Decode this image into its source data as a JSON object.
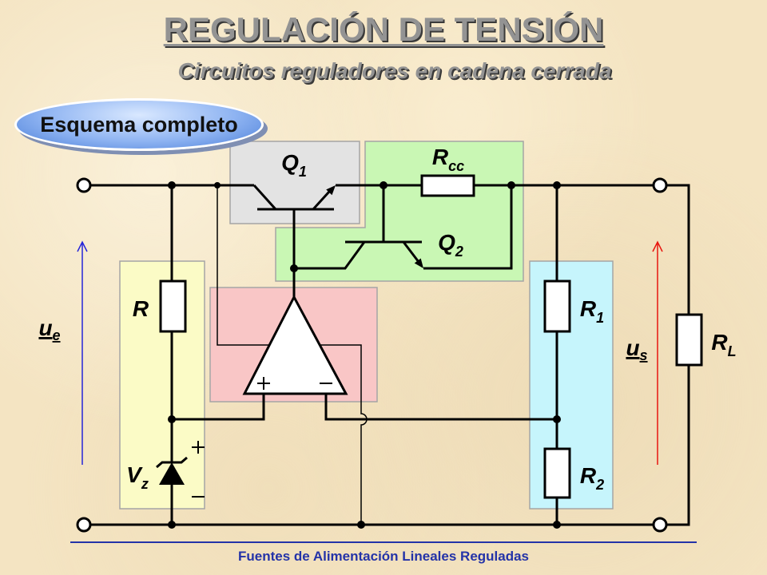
{
  "slide": {
    "title": "REGULACIÓN DE TENSIÓN",
    "subtitle": "Circuitos reguladores en cadena cerrada",
    "badge": "Esquema completo",
    "footer": "Fuentes de Alimentación Lineales Reguladas"
  },
  "circuit": {
    "labels": {
      "q1": {
        "main": "Q",
        "sub": "1"
      },
      "rcc": {
        "main": "R",
        "sub": "cc"
      },
      "q2": {
        "main": "Q",
        "sub": "2"
      },
      "r": {
        "main": "R"
      },
      "r1": {
        "main": "R",
        "sub": "1"
      },
      "rl": {
        "main": "R",
        "sub": "L"
      },
      "vz": {
        "main": "V",
        "sub": "z"
      },
      "r2": {
        "main": "R",
        "sub": "2"
      },
      "ue": {
        "main": "u",
        "sub": "e"
      },
      "us": {
        "main": "u",
        "sub": "s"
      }
    }
  },
  "colors": {
    "box_q1": "#e3e3e3",
    "box_limiter": "#c9f7b4",
    "box_reference": "#fbfbc6",
    "box_amplifier": "#f9c6c6",
    "box_sampling": "#c6f5fc",
    "input_voltage": "#2525d9",
    "output_voltage": "#e8150f"
  }
}
